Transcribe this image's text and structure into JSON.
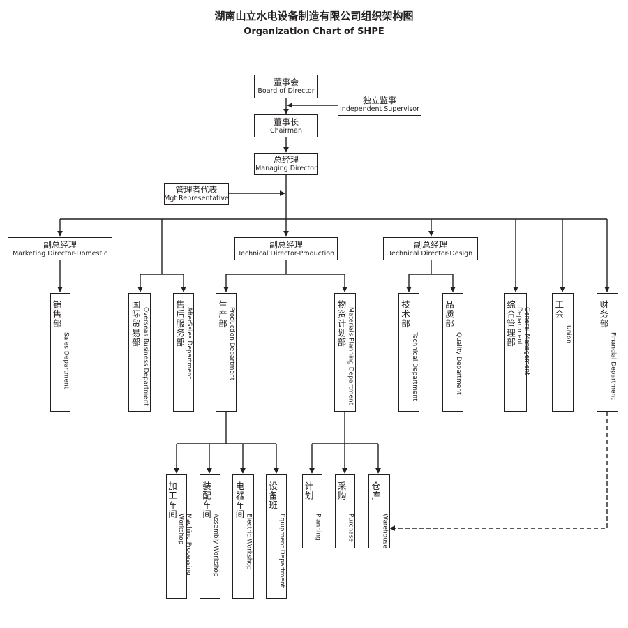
{
  "title_cn": "湖南山立水电设备制造有限公司组织架构图",
  "title_en": "Organization Chart of SHPE",
  "nodes": {
    "board": {
      "cn": "董事会",
      "en": "Board of Director"
    },
    "supervisor": {
      "cn": "独立监事",
      "en": "Independent Supervisor"
    },
    "chairman": {
      "cn": "董事长",
      "en": "Chairman"
    },
    "md": {
      "cn": "总经理",
      "en": "Managing Director"
    },
    "mgt_rep": {
      "cn": "管理者代表",
      "en": "Mgt Representative"
    },
    "vp_marketing": {
      "cn": "副总经理",
      "en": "Marketing Director-Domestic"
    },
    "vp_production": {
      "cn": "副总经理",
      "en": "Technical Director-Production"
    },
    "vp_design": {
      "cn": "副总经理",
      "en": "Technical Director-Design"
    },
    "sales": {
      "cn": "销售部",
      "en": "Sales Department"
    },
    "overseas": {
      "cn": "国际贸易部",
      "en": "Overseas Business Department"
    },
    "aftersales": {
      "cn": "售后服务部",
      "en": "AfterSales Department"
    },
    "production": {
      "cn": "生产部",
      "en": "Production Department"
    },
    "materials": {
      "cn": "物资计划部",
      "en": "Materials Planning Department"
    },
    "technical": {
      "cn": "技术部",
      "en": "Technical Department"
    },
    "quality": {
      "cn": "品质部",
      "en": "Quality Department"
    },
    "general": {
      "cn": "综合管理部",
      "en": "General Management Department"
    },
    "union": {
      "cn": "工会",
      "en": "Union"
    },
    "financial": {
      "cn": "财务部",
      "en": "Financial Department"
    },
    "machining": {
      "cn": "加工车间",
      "en": "Maching Processing Workshop"
    },
    "assembly": {
      "cn": "装配车间",
      "en": "Assembly Workshop"
    },
    "electric": {
      "cn": "电器车间",
      "en": "Electric Workshop"
    },
    "equipment": {
      "cn": "设备班",
      "en": "Equipment Department"
    },
    "planning": {
      "cn": "计划",
      "en": "Planning"
    },
    "purchase": {
      "cn": "采购",
      "en": "Purchase"
    },
    "warehouse": {
      "cn": "仓库",
      "en": "Warehouse"
    }
  }
}
